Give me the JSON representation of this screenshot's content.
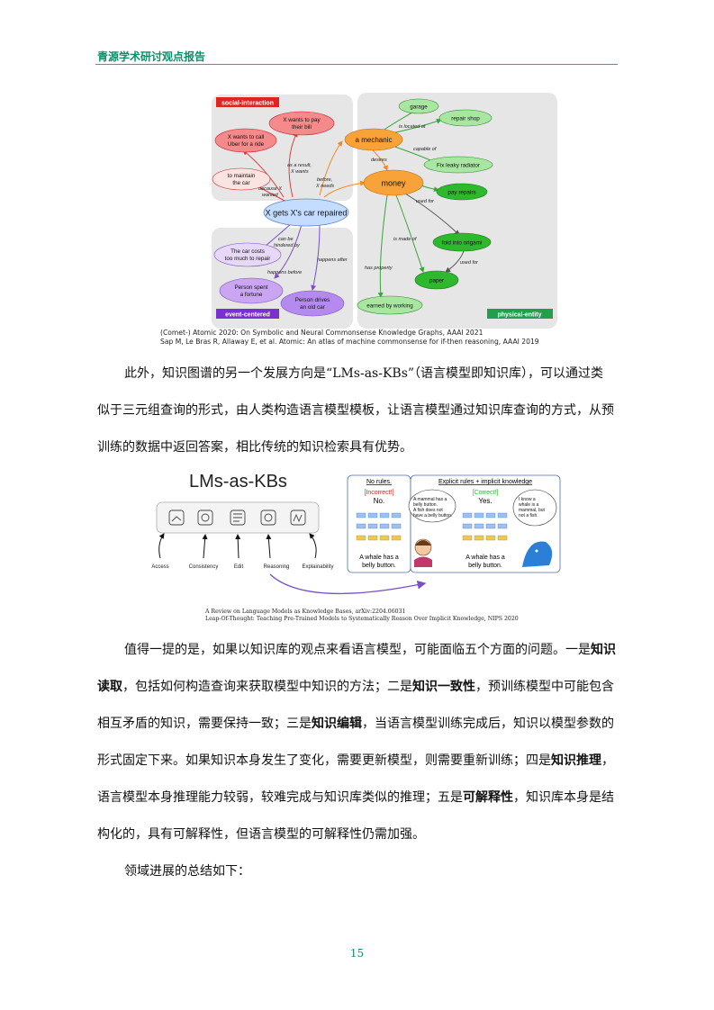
{
  "header": {
    "title": "青源学术研讨观点报告"
  },
  "figure1": {
    "panels": {
      "social": "social-interaction",
      "event": "event-centered",
      "physical": "physical-entity"
    },
    "center": "X gets X's car repaired",
    "nodes": {
      "pay_bill_1": "X wants to pay",
      "pay_bill_2": "their bill",
      "call_uber_1": "X wants to call",
      "call_uber_2": "Uber for a ride",
      "maintain_1": "to maintain",
      "maintain_2": "the car",
      "mechanic": "a mechanic",
      "money": "money",
      "garage": "garage",
      "repair_shop": "repair shop",
      "fix_radiator": "Fix leaky radiator",
      "pay_repairs": "pay repairs",
      "fold_origami": "fold into origami",
      "paper": "paper",
      "earned": "earned by working",
      "costs_1": "The car costs",
      "costs_2": "too much to repair",
      "spent_1": "Person spent",
      "spent_2": "a fortune",
      "drives_1": "Person drives",
      "drives_2": "an old car"
    },
    "edges": {
      "as_result_1": "as a result,",
      "as_result_2": "X wants",
      "because_1": "because X",
      "because_2": "wanted",
      "before_1": "before,",
      "before_2": "X needs",
      "located_at": "is located at",
      "capable_of": "capable of",
      "desires": "desires",
      "used_for": "used for",
      "made_of": "is made of",
      "used_for_2": "used for",
      "has_property": "has property",
      "hindered_1": "can be",
      "hindered_2": "hindered by",
      "happens_before": "happens before",
      "happens_after": "happens after"
    },
    "caption_1": "(Comet-) Atomic 2020: On Symbolic and Neural Commonsense Knowledge Graphs, AAAI 2021",
    "caption_2": "Sap M, Le Bras R, Allaway E, et al. Atomic: An atlas of machine commonsense for if-then reasoning, AAAI  2019"
  },
  "para1": {
    "line1": "此外，知识图谱的另一个发展方向是“LMs-as-KBs”（语言模型即知识库），可以通过类",
    "line2": "似于三元组查询的形式，由人类构造语言模型模板，让语言模型通过知识库查询的方式，从预",
    "line3": "训练的数据中返回答案，相比传统的知识检索具有优势。"
  },
  "figure2": {
    "title": "LMs-as-KBs",
    "aspects": [
      "Access",
      "Consistency",
      "Edit",
      "Reasoning",
      "Explainability"
    ],
    "left_panel": {
      "title": "No rules.",
      "status": "[Incorrect!]",
      "answer": "No.",
      "bubble": [
        "A mammal has a",
        "belly button.",
        "A fish does not",
        "have a belly button."
      ],
      "query_1": "A whale has a",
      "query_2": "belly button."
    },
    "right_panel": {
      "title": "Explicit rules + implicit knowledge",
      "status": "[Correct!]",
      "answer": "Yes.",
      "bubble": [
        "I know a",
        "whale is a",
        "mammal, but",
        "not a fish."
      ],
      "query_1": "A whale has a",
      "query_2": "belly button."
    },
    "caption_1": "A Review on Language Models as Knowledge Bases, arXiv:2204.06031",
    "caption_2": "Leap-Of-Thought: Teaching Pre-Trained Models to Systematically Reason Over Implicit Knowledge, NIPS 2020"
  },
  "para2": {
    "l1_a": "值得一提的是，如果以知识库的观点来看语言模型，可能面临五个方面的问题。一是",
    "l1_b": "知识",
    "l2_a": "读取",
    "l2_b": "，包括如何构造查询来获取模型中知识的方法；二是",
    "l2_c": "知识一致性",
    "l2_d": "，预训练模型中可能包含",
    "l3_a": "相互矛盾的知识，需要保持一致；三是",
    "l3_b": "知识编辑",
    "l3_c": "，当语言模型训练完成后，知识以模型参数的",
    "l4_a": "形式固定下来。如果知识本身发生了变化，需要更新模型，则需要重新训练；四是",
    "l4_b": "知识推理",
    "l4_c": "，",
    "l5_a": "语言模型本身推理能力较弱，较难完成与知识库类似的推理；五是",
    "l5_b": "可解释性",
    "l5_c": "，知识库本身是结",
    "l6": "构化的，具有可解释性，但语言模型的可解释性仍需加强。",
    "l7": "领域进展的总结如下："
  },
  "page": {
    "number": "15"
  }
}
